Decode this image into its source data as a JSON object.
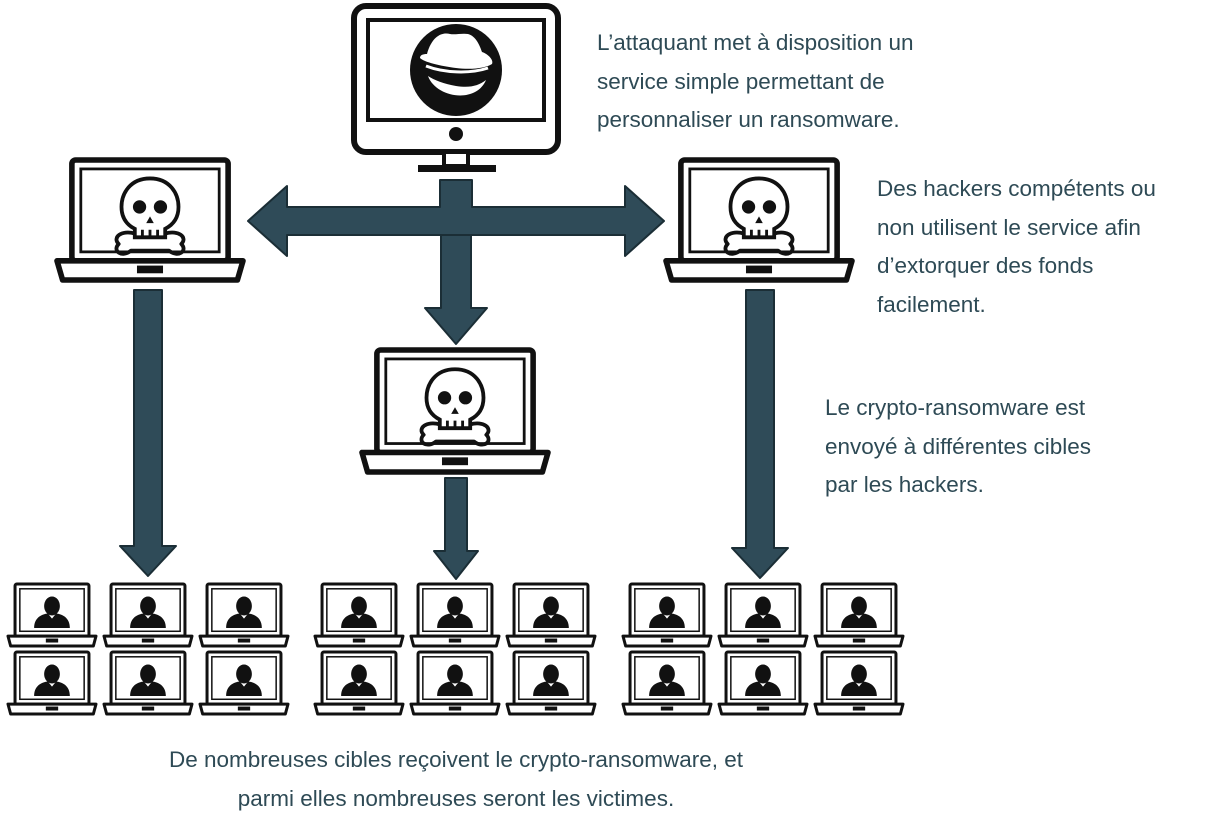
{
  "colors": {
    "arrow_fill": "#2f4b58",
    "text": "#2e4a55",
    "device_stroke": "#111111"
  },
  "icons": {
    "attacker": "redhat-fedora-logo-icon",
    "hacker": "skull-crossbones-icon",
    "victim": "user-silhouette-icon"
  },
  "captions": {
    "attacker": [
      "L’attaquant met à disposition un",
      "service simple permettant de",
      "personnaliser un ransomware."
    ],
    "hackers": [
      "Des hackers compétents ou",
      "non utilisent le service afin",
      "d’extorquer des fonds",
      "facilement."
    ],
    "sent": [
      "Le crypto-ransomware est",
      "envoyé à différentes cibles",
      "par les hackers."
    ],
    "targets": [
      "De nombreuses cibles reçoivent le crypto-ransomware, et",
      "parmi elles nombreuses seront les victimes."
    ]
  },
  "victim_groups": [
    {
      "name": "left",
      "rows": 2,
      "cols": 3
    },
    {
      "name": "center",
      "rows": 2,
      "cols": 3
    },
    {
      "name": "right",
      "rows": 2,
      "cols": 3
    }
  ]
}
